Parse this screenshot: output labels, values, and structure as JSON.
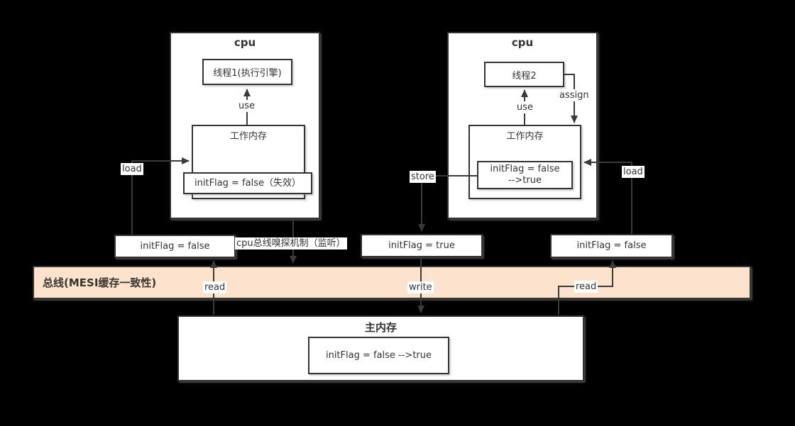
{
  "colors": {
    "background": "#000000",
    "box_fill": "#ffffff",
    "box_border": "#333333",
    "bus_fill": "#fde3cd",
    "line": "#3a3a3a",
    "text": "#333333"
  },
  "cpu_left": {
    "title": "cpu",
    "thread_label": "线程1(执行引擎)",
    "use_label": "use",
    "working_memory_title": "工作内存",
    "working_memory_value": "initFlag = false（失效）",
    "load_label": "load"
  },
  "cpu_right": {
    "title": "cpu",
    "thread_label": "线程2",
    "use_label": "use",
    "assign_label": "assign",
    "working_memory_title": "工作内存",
    "working_memory_value_line1": "initFlag = false",
    "working_memory_value_line2": "-->true",
    "load_label": "load"
  },
  "cache_line_left": "initFlag = false",
  "cache_line_middle": "initFlag = true",
  "cache_line_right": "initFlag = false",
  "sniff_label": "cpu总线嗅探机制（监听）",
  "store_label": "store",
  "bus_label": "总线(MESI缓存一致性)",
  "read_left_label": "read",
  "write_label": "write",
  "read_right_label": "read",
  "main_memory": {
    "title": "主内存",
    "value": "initFlag = false -->true"
  }
}
